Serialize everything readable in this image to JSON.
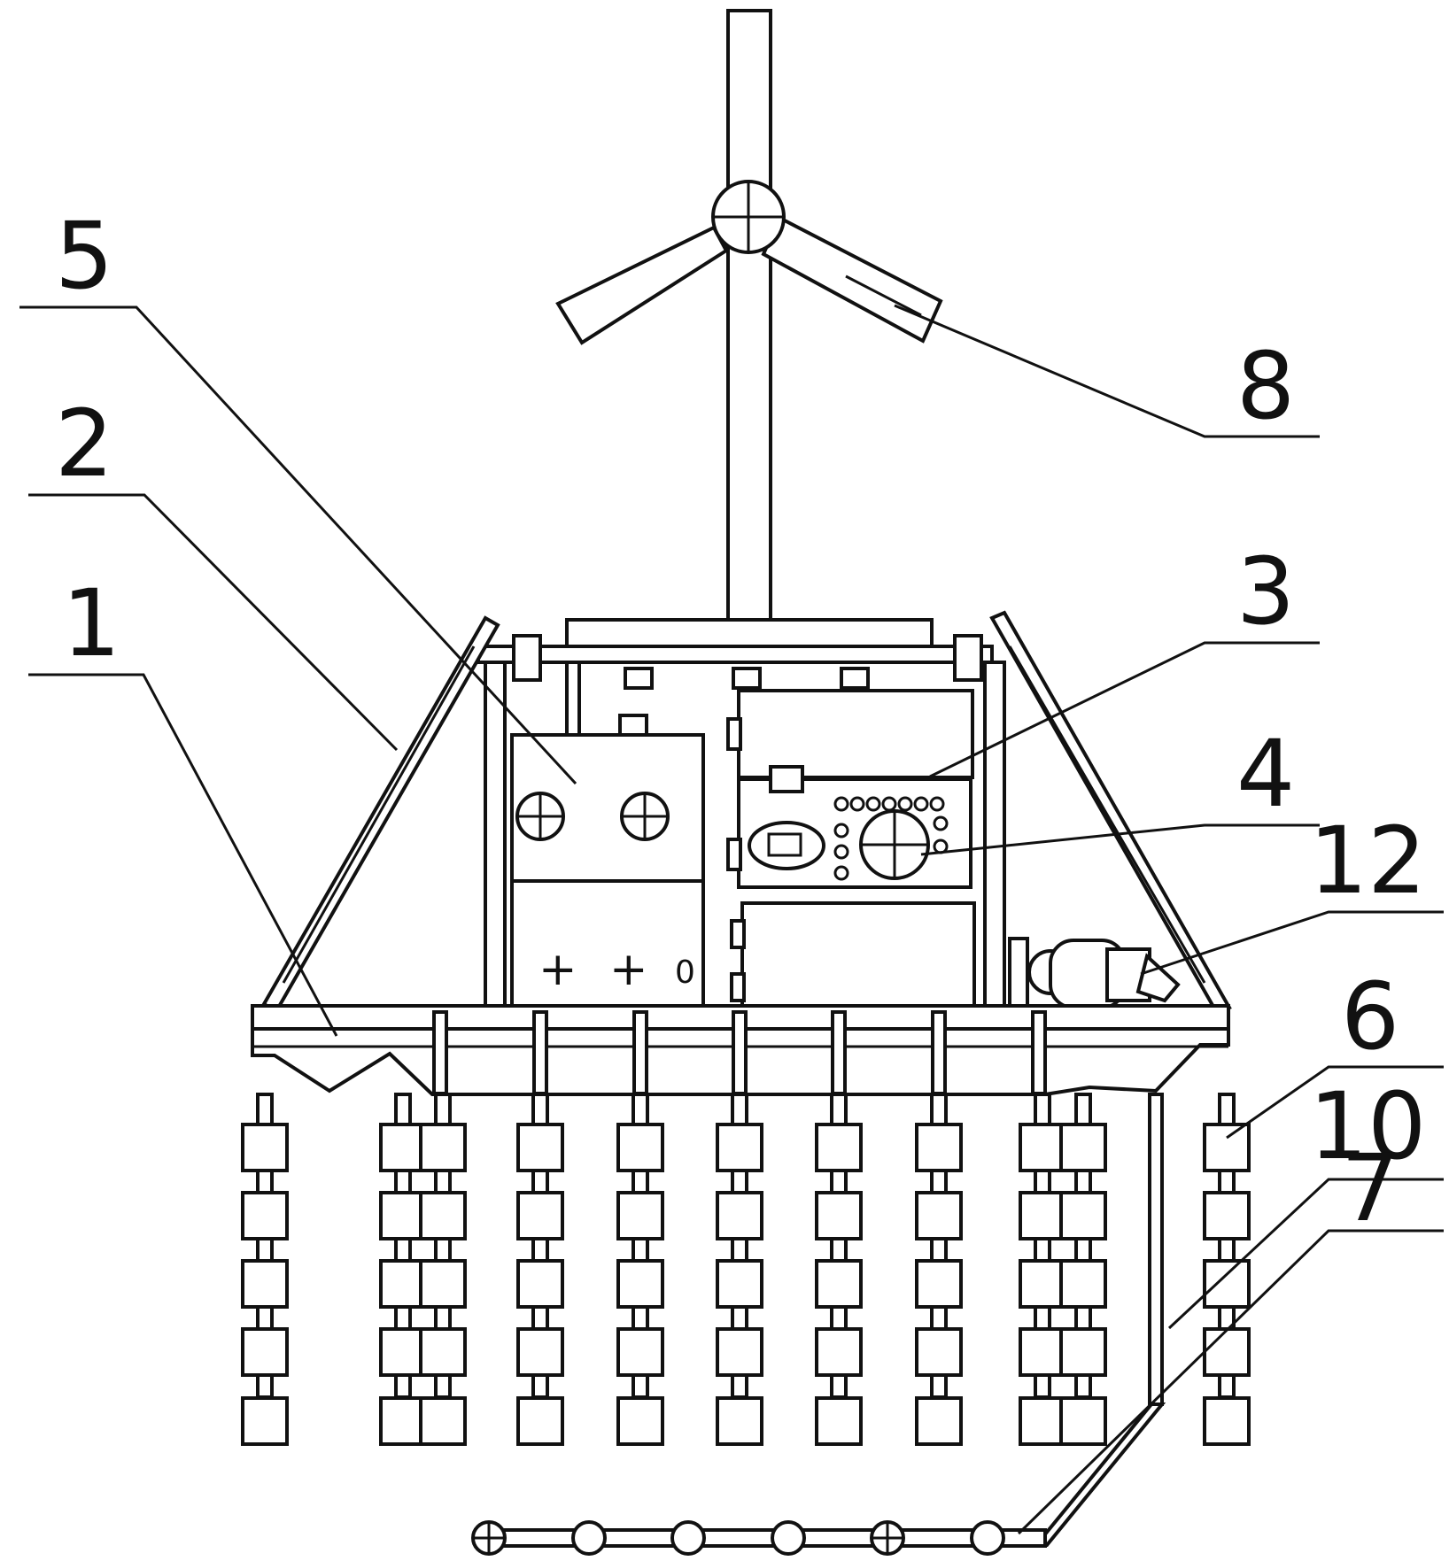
{
  "labels": {
    "l1": "1",
    "l2": "2",
    "l3": "3",
    "l4": "4",
    "l5": "5",
    "l6": "6",
    "l7": "7",
    "l8": "8",
    "l10": "10",
    "l12": "12"
  },
  "battery_marks": {
    "plus_a": "+",
    "plus_b": "+",
    "zero": "0"
  },
  "ink_color": "#111111",
  "background_color": "#ffffff"
}
